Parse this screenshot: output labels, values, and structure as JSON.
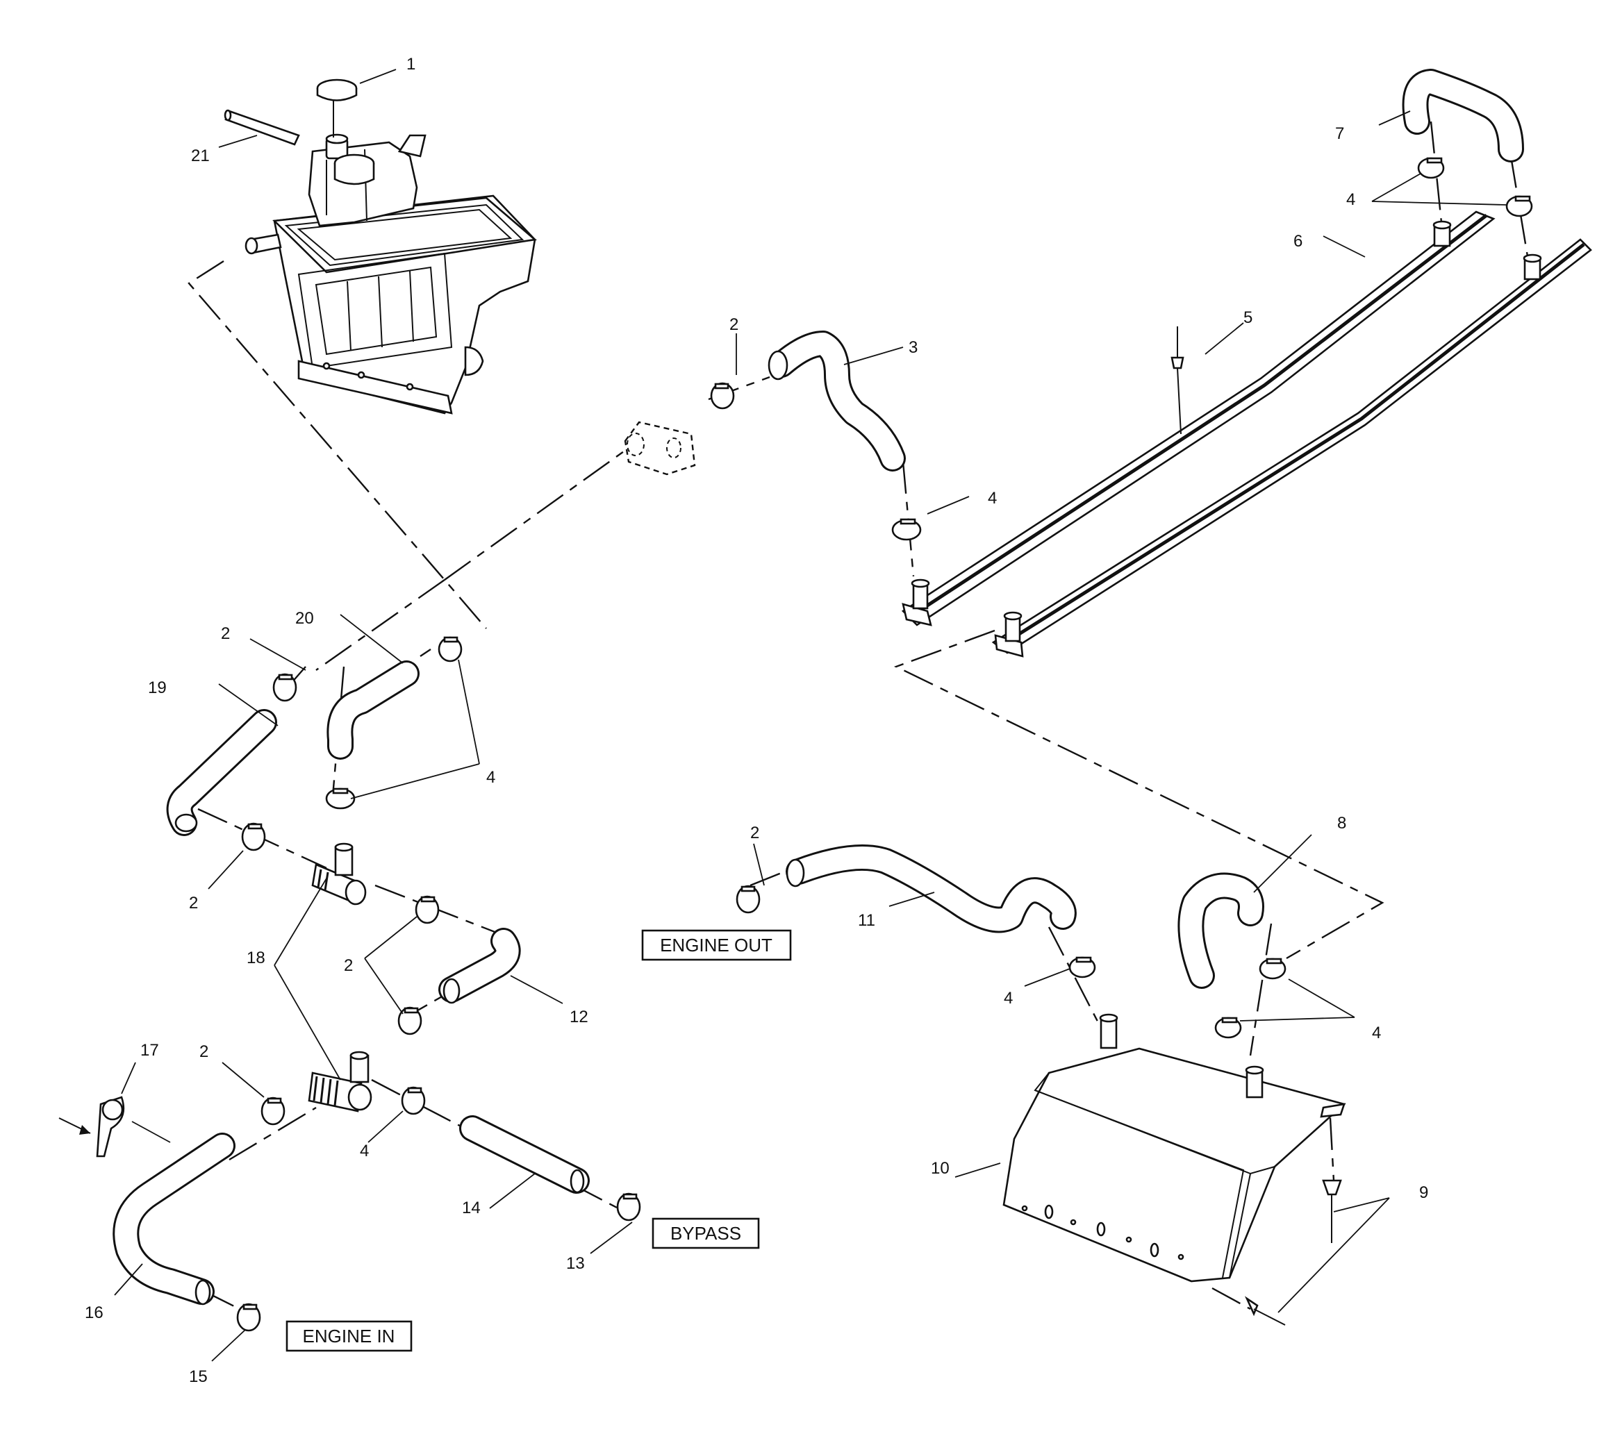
{
  "diagram": {
    "callouts": [
      "1",
      "2",
      "3",
      "4",
      "5",
      "6",
      "7",
      "8",
      "9",
      "10",
      "11",
      "12",
      "13",
      "14",
      "15",
      "16",
      "17",
      "18",
      "19",
      "20",
      "21"
    ],
    "labels": {
      "engine_out": "ENGINE OUT",
      "bypass": "BYPASS",
      "engine_in": "ENGINE IN"
    },
    "parts": [
      {
        "id": "reservoir-tank",
        "callout": "21"
      },
      {
        "id": "reservoir-cap",
        "callout": "1"
      },
      {
        "id": "hose-clamp",
        "callout": "2"
      },
      {
        "id": "hose",
        "callout": "3"
      },
      {
        "id": "clamp",
        "callout": "4"
      },
      {
        "id": "rivet",
        "callout": "5"
      },
      {
        "id": "cooler-rail",
        "callout": "6"
      },
      {
        "id": "u-hose",
        "callout": "7"
      },
      {
        "id": "j-hose",
        "callout": "8"
      },
      {
        "id": "rivet-pair",
        "callout": "9"
      },
      {
        "id": "heat-exchanger",
        "callout": "10"
      },
      {
        "id": "engine-out-hose",
        "callout": "11"
      },
      {
        "id": "elbow-hose",
        "callout": "12"
      },
      {
        "id": "bypass-clamp",
        "callout": "13"
      },
      {
        "id": "bypass-hose",
        "callout": "14"
      },
      {
        "id": "engine-in-clamp",
        "callout": "15"
      },
      {
        "id": "engine-in-hose",
        "callout": "16"
      },
      {
        "id": "clip",
        "callout": "17"
      },
      {
        "id": "tee-fitting",
        "callout": "18"
      },
      {
        "id": "curved-hose",
        "callout": "19"
      },
      {
        "id": "elbow",
        "callout": "20"
      }
    ]
  }
}
